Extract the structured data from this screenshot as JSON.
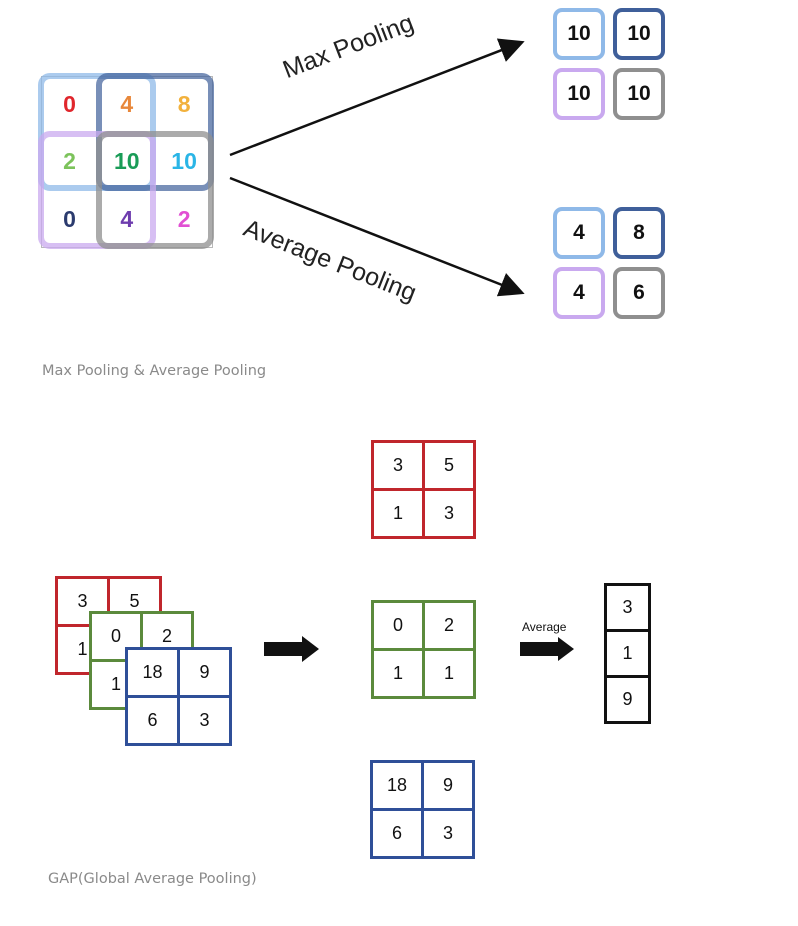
{
  "max_pool": {
    "input_values": [
      [
        "0",
        "4",
        "8"
      ],
      [
        "2",
        "10",
        "10"
      ],
      [
        "0",
        "4",
        "2"
      ]
    ],
    "input_colors": [
      [
        "#e0262c",
        "#e8873a",
        "#f2b13c"
      ],
      [
        "#7cc35b",
        "#1a9c57",
        "#2ab5e6"
      ],
      [
        "#2b3b6e",
        "#6e3dae",
        "#e14fd3"
      ]
    ],
    "window_colors": {
      "blue": "#8fb9e8",
      "purple": "#c9a9ef",
      "navy": "#3f5f9a",
      "gray": "#8f8f8f"
    },
    "label_max": "Max Pooling",
    "label_avg": "Average Pooling",
    "max_output": [
      "10",
      "10",
      "10",
      "10"
    ],
    "avg_output": [
      "4",
      "8",
      "4",
      "6"
    ],
    "caption": "Max Pooling & Average Pooling"
  },
  "gap": {
    "red_map": [
      "3",
      "5",
      "1",
      "3"
    ],
    "green_map": [
      "0",
      "2",
      "1",
      "1"
    ],
    "blue_map": [
      "18",
      "9",
      "6",
      "3"
    ],
    "colors": {
      "red": "#c0262c",
      "green": "#5b8a3c",
      "blue": "#2f4f98",
      "black": "#111111"
    },
    "average_label": "Average",
    "result": [
      "3",
      "1",
      "9"
    ],
    "caption": "GAP(Global Average Pooling)"
  }
}
